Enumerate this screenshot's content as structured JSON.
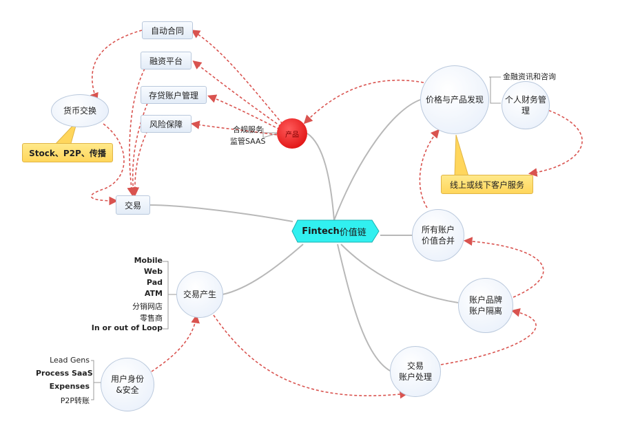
{
  "center": {
    "main": "Fintech",
    "rest": "价值链"
  },
  "product_node": {
    "label": "产品"
  },
  "product_tags": {
    "compliance": "合规服务",
    "saas": "监管SAAS"
  },
  "top_left": {
    "smart_contract": "自动合同",
    "financing_platform": "融资平台",
    "deposit_loan_mgmt": "存贷账户管理",
    "risk_protection": "风险保障",
    "currency_exchange": "货币交换",
    "exchange_note": "Stock、P2P、传播",
    "trade": "交易"
  },
  "right": {
    "price_discovery": "价格与产品发现",
    "finance_info": "金融资讯和咨询",
    "personal_finance": "个人财务管理",
    "customer_service": "线上或线下客户服务",
    "account_merge_l1": "所有账户",
    "account_merge_l2": "价值合并",
    "account_guard_l1": "账户品牌",
    "account_guard_l2": "账户隔离",
    "account_proc_l1": "交易",
    "account_proc_l2": "账户处理"
  },
  "bottom_left": {
    "trade_gen": "交易产生",
    "channels": [
      "Mobile",
      "Web",
      "Pad",
      "ATM",
      "分销网店",
      "零售商",
      "In or out of Loop"
    ],
    "identity_l1": "用户身份",
    "identity_l2": "&安全",
    "identity_items": [
      "Lead Gens",
      "Process SaaS",
      "Expenses",
      "P2P转账"
    ]
  },
  "colors": {
    "center": "#31f0f0",
    "red": "#e00000",
    "note": "#ffd65c",
    "dash": "#d9534f",
    "branch": "#b8b8b8"
  }
}
